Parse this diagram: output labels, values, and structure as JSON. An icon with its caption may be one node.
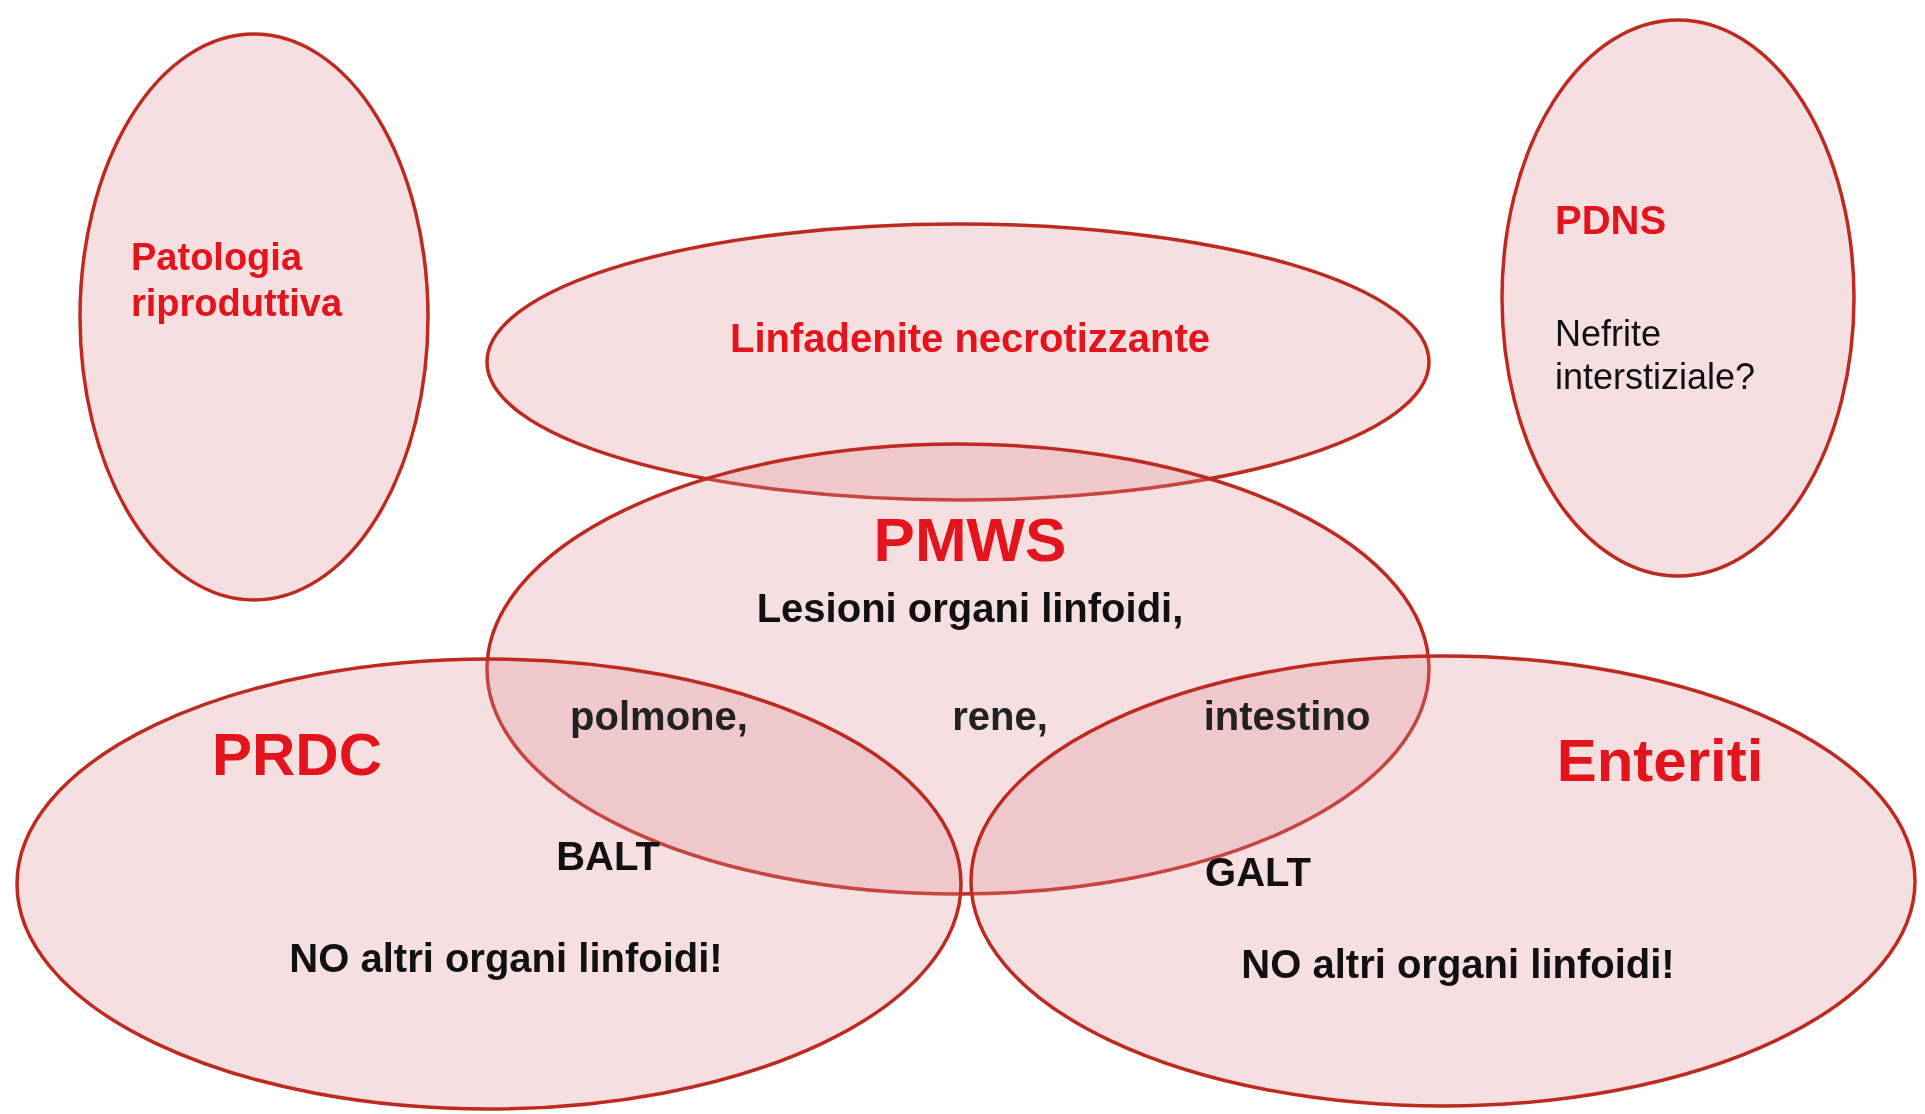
{
  "diagram": {
    "nodes": [
      {
        "text": [
          "Patologia riproduttiva"
        ]
      },
      {
        "text": [
          "Linfadenite necrotizzante"
        ]
      },
      {
        "text": [
          "PDNS",
          "Nefrite interstiziale?"
        ]
      },
      {
        "text": [
          "PMWS",
          "Lesioni organi linfoidi,",
          "polmone,",
          "rene,",
          "intestino"
        ]
      },
      {
        "text": [
          "PRDC",
          "BALT",
          "NO altri organi linfoidi!"
        ]
      },
      {
        "text": [
          "Enteriti",
          "GALT",
          "NO altri organi linfoidi!"
        ]
      }
    ]
  }
}
